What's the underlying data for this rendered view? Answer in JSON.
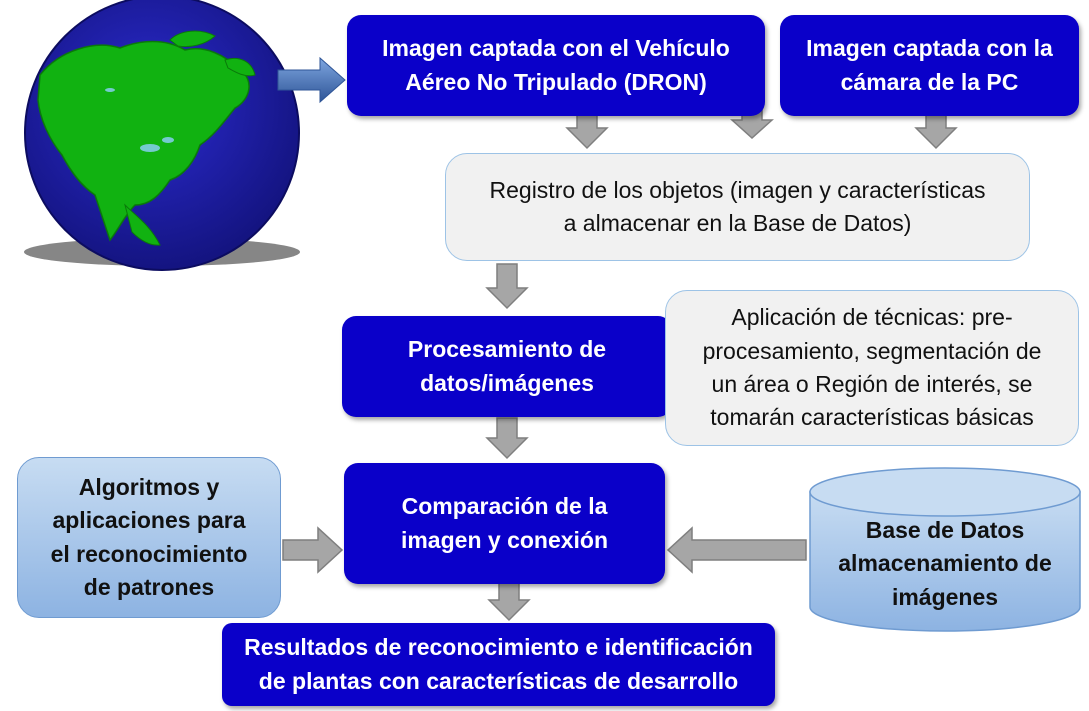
{
  "nodes": {
    "dron": "Imagen captada con el Vehículo\nAéreo No Tripulado (DRON)",
    "pc_camera": "Imagen captada con la\ncámara de la PC",
    "registro": "Registro de los objetos (imagen y características\na almacenar en la Base de Datos)",
    "procesamiento": "Procesamiento de\ndatos/imágenes",
    "tecnicas": "Aplicación de técnicas: pre-\nprocesamiento, segmentación de\nun área o Región de interés, se\ntomarán características básicas",
    "algoritmos": "Algoritmos y\naplicaciones para\nel reconocimiento\nde patrones",
    "comparacion": "Comparación de la\nimagen y conexión",
    "base_datos": "Base de Datos\nalmacenamiento de\nimágenes",
    "resultados": "Resultados de reconocimiento e identificación\nde plantas con características de  desarrollo"
  },
  "colors": {
    "dark_box": "#0a00c9",
    "light_box": "#f1f1f1",
    "light_border": "#9dc3e6",
    "blue_box": "#a9c7ea",
    "arrow_gray": "#a6a6a6",
    "arrow_blue": "#4472c4",
    "globe_ocean": "#1d1da8",
    "globe_land": "#11b211"
  },
  "icons": {
    "globe": "globe-icon"
  }
}
